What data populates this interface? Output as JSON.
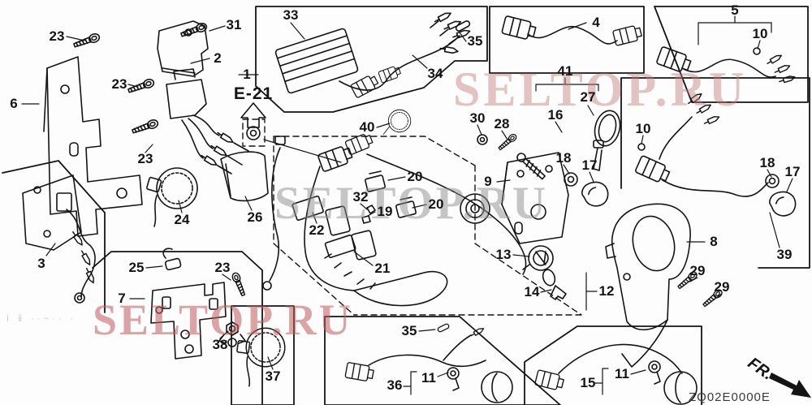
{
  "diagram": {
    "reference_label": "E-21",
    "direction_indicator": "FR.",
    "drawing_code": "ZQ02E0000E",
    "watermark": {
      "text": "SELTOP.RU",
      "instances": 3
    },
    "colors": {
      "ink": "#141414",
      "background": "#fdfdfd",
      "watermark_gray": "#8f8f8f",
      "watermark_pink": "#c47b7b",
      "watermark_red": "#c05a5a"
    }
  },
  "labels": [
    "23",
    "31",
    "2",
    "1",
    "33",
    "35",
    "34",
    "4",
    "5",
    "10",
    "6",
    "23",
    "23",
    "40",
    "41",
    "27",
    "16",
    "30",
    "28",
    "10",
    "9",
    "18",
    "17",
    "18",
    "17",
    "39",
    "8",
    "29",
    "29",
    "24",
    "26",
    "20",
    "20",
    "32",
    "19",
    "22",
    "3",
    "25",
    "23",
    "7",
    "38",
    "37",
    "21",
    "13",
    "14",
    "12",
    "35",
    "36",
    "11",
    "15",
    "11"
  ]
}
